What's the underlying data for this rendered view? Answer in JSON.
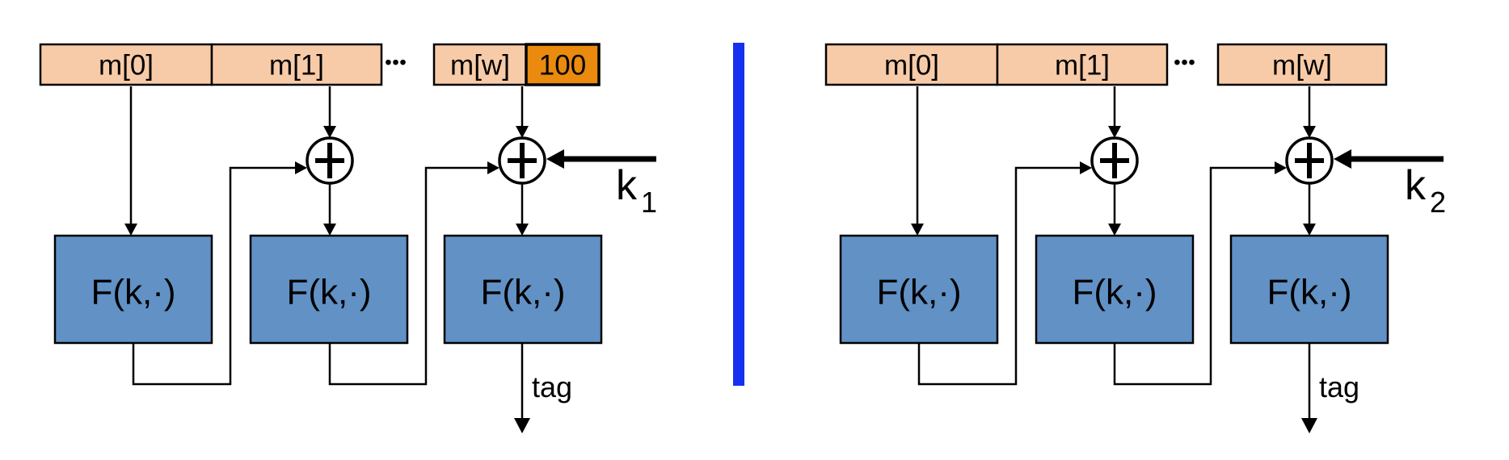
{
  "left_diagram": {
    "m0": "m[0]",
    "m1": "m[1]",
    "dots": "•••",
    "mw": "m[w]",
    "pad": "100",
    "f": "F(k,·)",
    "key_base": "k",
    "key_sub": "1",
    "tag": "tag"
  },
  "right_diagram": {
    "m0": "m[0]",
    "m1": "m[1]",
    "dots": "•••",
    "mw": "m[w]",
    "f": "F(k,·)",
    "key_base": "k",
    "key_sub": "2",
    "tag": "tag"
  },
  "colors": {
    "block_fill": "#F8CBA8",
    "pad_fill": "#EA8A0E",
    "f_fill": "#6191C5",
    "divider": "#1430F0",
    "line": "#000000"
  }
}
